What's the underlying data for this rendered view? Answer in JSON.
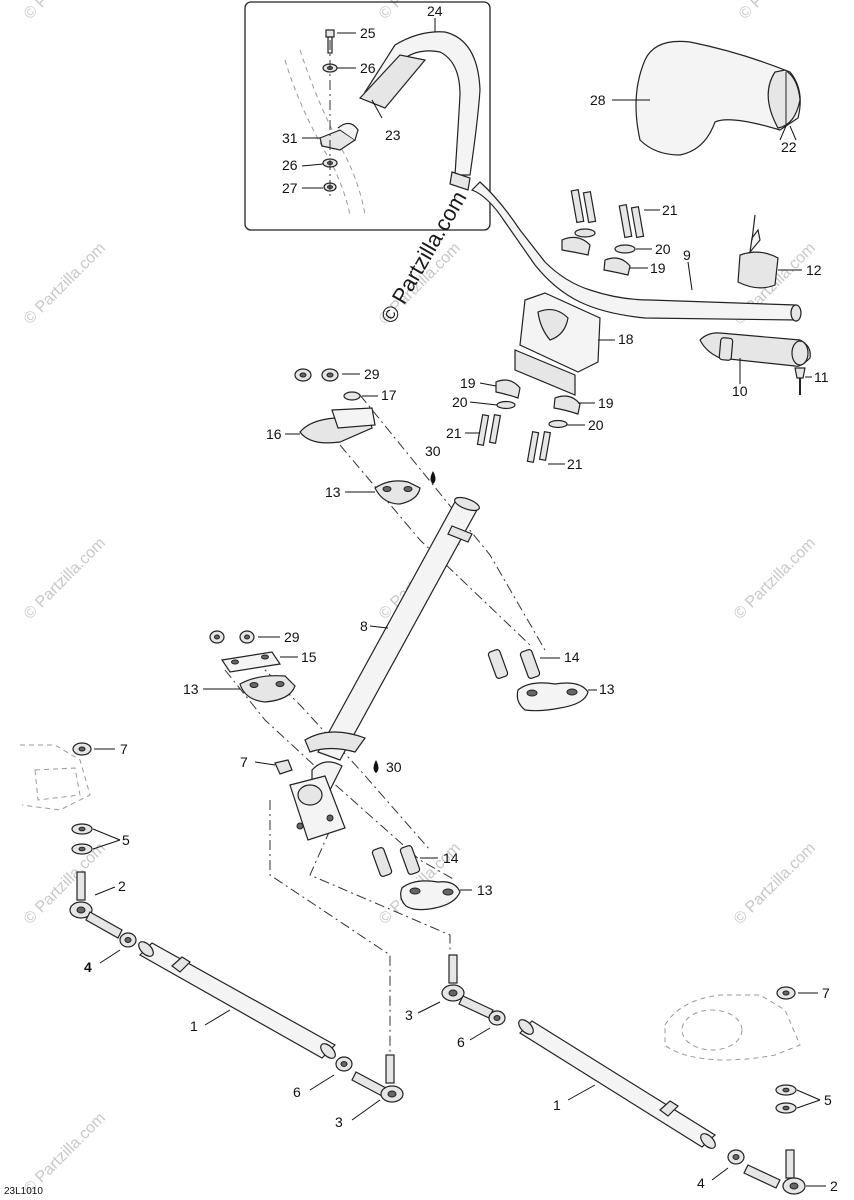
{
  "watermark": {
    "main": "© Partzilla.com",
    "tiles": [
      "© Partzilla.com",
      "© Partzilla.com",
      "© Partzilla.com",
      "© Partzilla.com",
      "© Partzilla.com",
      "© Partzilla.com",
      "© Partzilla.com",
      "© Partzilla.com",
      "© Partzilla.com",
      "© Partzilla.com",
      "© Partzilla.com",
      "© Partzilla.com",
      "© Partzilla.com"
    ]
  },
  "reference_code": "23L1010",
  "labels": {
    "l1a": "1",
    "l1b": "1",
    "l2a": "2",
    "l2b": "2",
    "l3a": "3",
    "l3b": "3",
    "l4a": "4",
    "l4b": "4",
    "l5a": "5",
    "l5b": "5",
    "l6a": "6",
    "l6b": "6",
    "l7a": "7",
    "l7b": "7",
    "l7c": "7",
    "l8": "8",
    "l9": "9",
    "l10": "10",
    "l11": "11",
    "l12": "12",
    "l13a": "13",
    "l13b": "13",
    "l13c": "13",
    "l13d": "13",
    "l14a": "14",
    "l14b": "14",
    "l15": "15",
    "l16": "16",
    "l17": "17",
    "l18": "18",
    "l19a": "19",
    "l19b": "19",
    "l19c": "19",
    "l20a": "20",
    "l20b": "20",
    "l20c": "20",
    "l21a": "21",
    "l21b": "21",
    "l21c": "21",
    "l22": "22",
    "l23": "23",
    "l24": "24",
    "l25": "25",
    "l26a": "26",
    "l26b": "26",
    "l27": "27",
    "l28": "28",
    "l29a": "29",
    "l29b": "29",
    "l30a": "30",
    "l30b": "30",
    "l31": "31"
  }
}
